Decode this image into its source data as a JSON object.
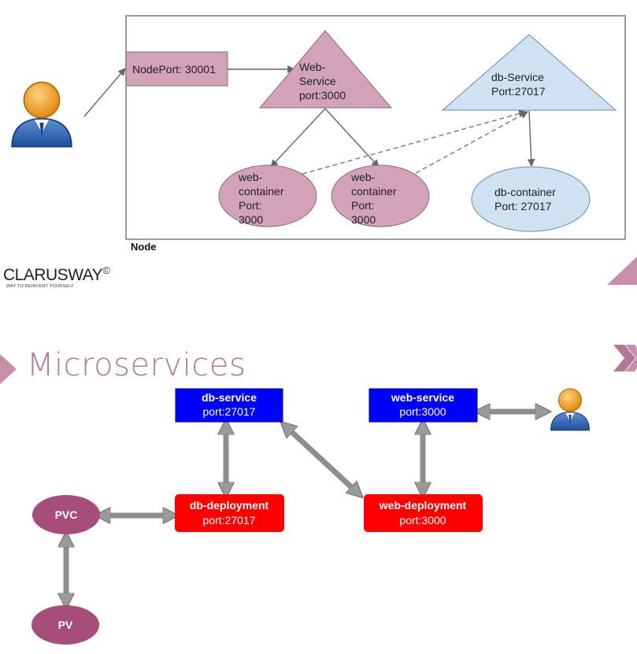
{
  "colors": {
    "mauve": "#d2a3b8",
    "light_blue": "#cfe2f3",
    "blue_box": "#0000ff",
    "red_box": "#ff0000",
    "pvc_purple": "#a64d79",
    "accent": "#c890a8",
    "arrow_gray": "#999999"
  },
  "top_diagram": {
    "nodeport_label": "NodePort: 30001",
    "web_service": [
      "Web-",
      "Service",
      "port:3000"
    ],
    "db_service": [
      "db-Service",
      "Port:27017"
    ],
    "web_container_1": [
      "web-",
      "container",
      "Port:",
      "3000"
    ],
    "web_container_2": [
      "web-",
      "container",
      "Port:",
      "3000"
    ],
    "db_container": [
      "db-container",
      "Port: 27017"
    ],
    "node_label": "Node"
  },
  "brand": {
    "name": "CLARUSWAY",
    "mark": "©",
    "tagline": "WAY TO REINVENT YOURSELF"
  },
  "section_title": "Microservices",
  "bottom_diagram": {
    "db_service": {
      "title": "db-service",
      "port": "port:27017"
    },
    "web_service": {
      "title": "web-service",
      "port": "port:3000"
    },
    "db_deployment": {
      "title": "db-deployment",
      "port": "port:27017"
    },
    "web_deployment": {
      "title": "web-deployment",
      "port": "port:3000"
    },
    "pvc": "PVC",
    "pv": "PV"
  },
  "icons": [
    "user-icon",
    "chevron-double-right-icon"
  ]
}
